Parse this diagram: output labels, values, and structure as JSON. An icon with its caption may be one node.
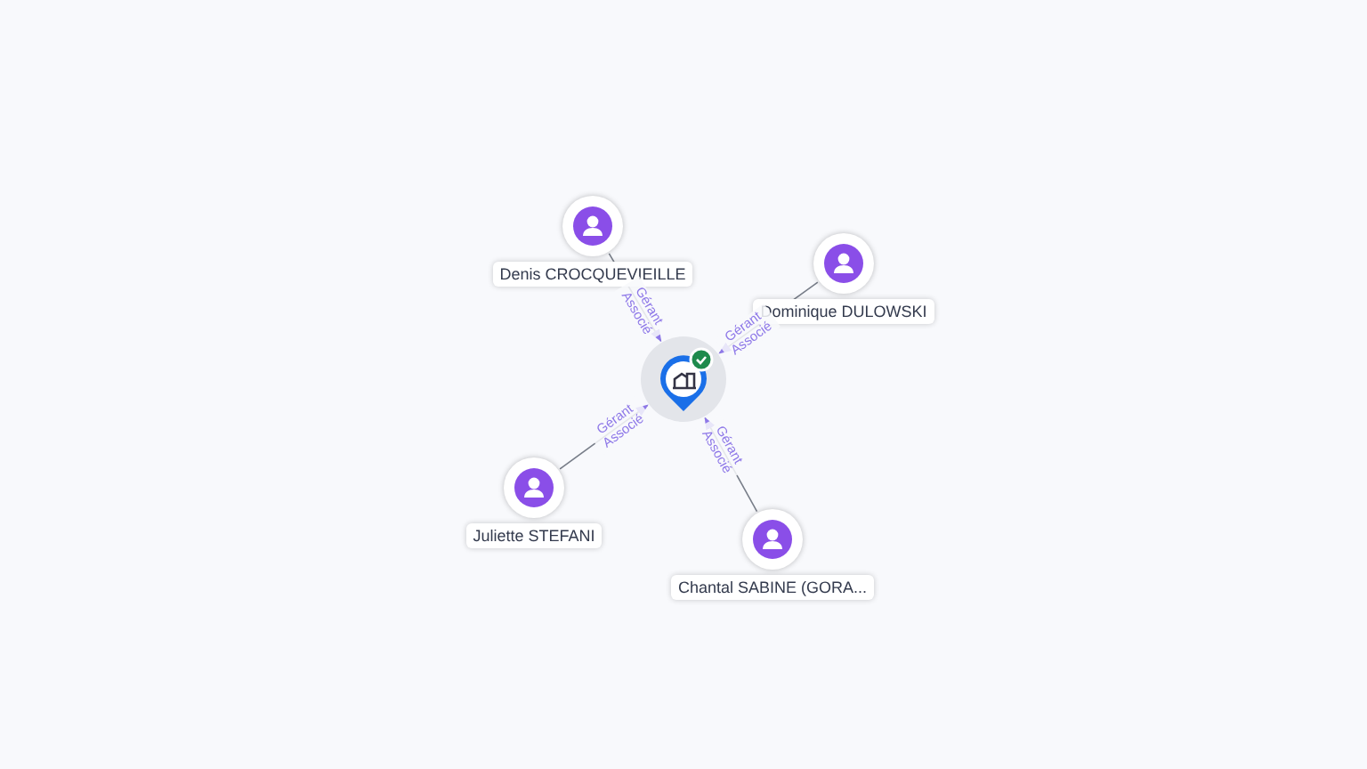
{
  "diagram": {
    "nodes": [
      {
        "text": [],
        "shape": "circle"
      },
      {
        "text": [
          "Denis CROCQUEVIEILLE"
        ]
      },
      {
        "text": [
          "Dominique DULOWSKI"
        ]
      },
      {
        "text": [
          "Juliette STEFANI"
        ]
      },
      {
        "text": [
          "Chantal SABINE (GORA..."
        ]
      }
    ],
    "edges": [
      {
        "from": 1,
        "to": 0,
        "arrow": "to",
        "label": "Gérant Associé"
      },
      {
        "from": 2,
        "to": 0,
        "arrow": "to",
        "label": "Gérant Associé"
      },
      {
        "from": 3,
        "to": 0,
        "arrow": "to",
        "label": "Gérant Associé"
      },
      {
        "from": 4,
        "to": 0,
        "arrow": "to",
        "label": "Gérant Associé"
      }
    ]
  }
}
